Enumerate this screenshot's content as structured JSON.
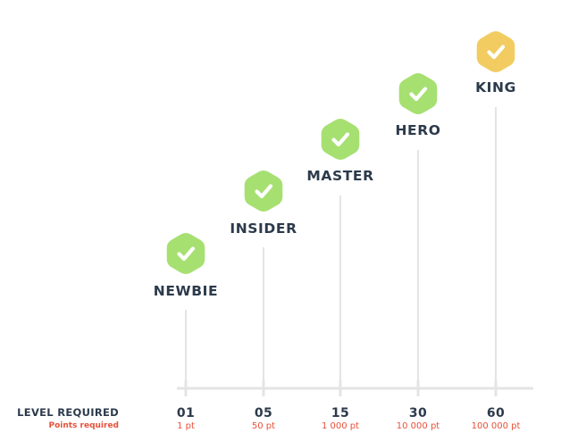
{
  "labels": {
    "level_required": "LEVEL REQUIRED",
    "points_required": "Points required"
  },
  "colors": {
    "badge_default": "#a6e071",
    "badge_top": "#f2cc61",
    "axis": "#e4e4e4",
    "name_text": "#2c3a4b",
    "points_text": "#e8503a",
    "check": "#ffffff"
  },
  "levels": [
    {
      "name": "NEWBIE",
      "level": "01",
      "points": "1 pt",
      "badge_color": "#a6e071",
      "badge_icon": "checkmark-icon"
    },
    {
      "name": "INSIDER",
      "level": "05",
      "points": "50 pt",
      "badge_color": "#a6e071",
      "badge_icon": "checkmark-icon"
    },
    {
      "name": "MASTER",
      "level": "15",
      "points": "1 000 pt",
      "badge_color": "#a6e071",
      "badge_icon": "checkmark-icon"
    },
    {
      "name": "HERO",
      "level": "30",
      "points": "10 000 pt",
      "badge_color": "#a6e071",
      "badge_icon": "checkmark-icon"
    },
    {
      "name": "KING",
      "level": "60",
      "points": "100 000 pt",
      "badge_color": "#f2cc61",
      "badge_icon": "checkmark-icon"
    }
  ]
}
